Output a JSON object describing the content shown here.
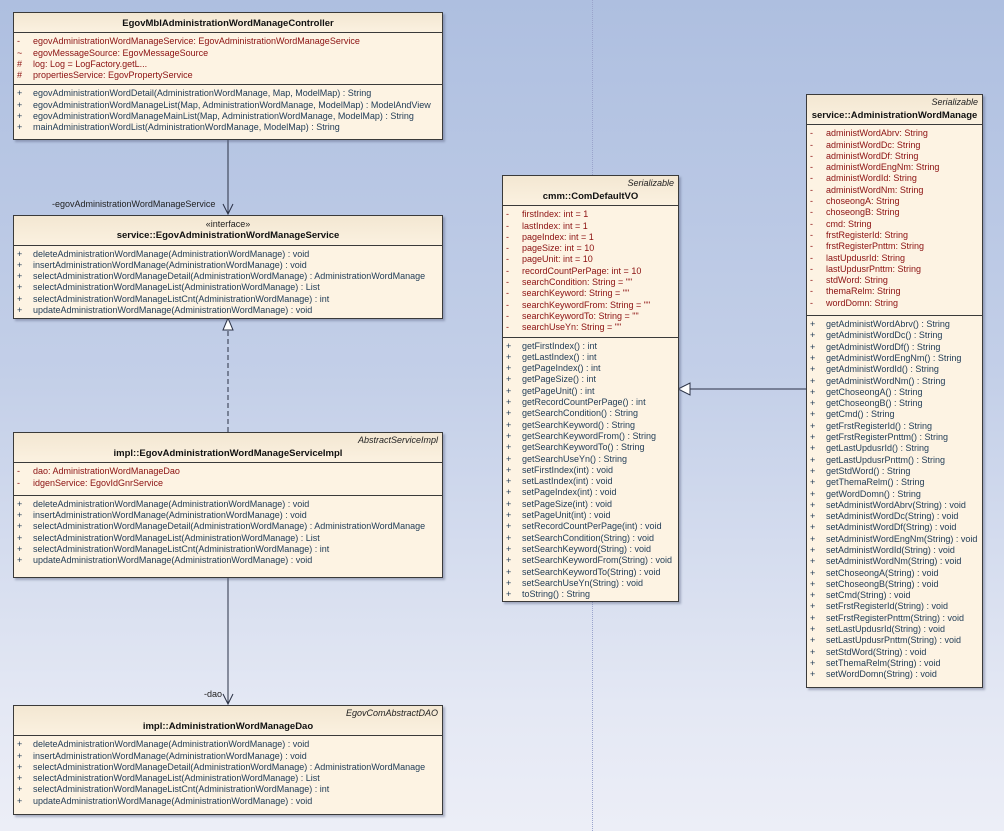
{
  "diagram": {
    "classes": {
      "controller": {
        "name": "EgovMblAdministrationWordManageController",
        "attributes": [
          {
            "vis": "-",
            "text": "egovAdministrationWordManageService:  EgovAdministrationWordManageService"
          },
          {
            "vis": "~",
            "text": "egovMessageSource:  EgovMessageSource"
          },
          {
            "vis": "#",
            "text": "log:  Log = LogFactory.getL..."
          },
          {
            "vis": "#",
            "text": "propertiesService:  EgovPropertyService"
          }
        ],
        "operations": [
          {
            "vis": "+",
            "text": "egovAdministrationWordDetail(AdministrationWordManage, Map, ModelMap) : String"
          },
          {
            "vis": "+",
            "text": "egovAdministrationWordManageList(Map, AdministrationWordManage, ModelMap) : ModelAndView"
          },
          {
            "vis": "+",
            "text": "egovAdministrationWordManageMainList(Map, AdministrationWordManage, ModelMap) : String"
          },
          {
            "vis": "+",
            "text": "mainAdministrationWordList(AdministrationWordManage, ModelMap) : String"
          }
        ]
      },
      "service": {
        "stereotype": "«interface»",
        "name": "service::EgovAdministrationWordManageService",
        "operations": [
          {
            "vis": "+",
            "text": "deleteAdministrationWordManage(AdministrationWordManage) : void"
          },
          {
            "vis": "+",
            "text": "insertAdministrationWordManage(AdministrationWordManage) : void"
          },
          {
            "vis": "+",
            "text": "selectAdministrationWordManageDetail(AdministrationWordManage) : AdministrationWordManage"
          },
          {
            "vis": "+",
            "text": "selectAdministrationWordManageList(AdministrationWordManage) : List"
          },
          {
            "vis": "+",
            "text": "selectAdministrationWordManageListCnt(AdministrationWordManage) : int"
          },
          {
            "vis": "+",
            "text": "updateAdministrationWordManage(AdministrationWordManage) : void"
          }
        ]
      },
      "service_impl": {
        "parent": "AbstractServiceImpl",
        "name": "impl::EgovAdministrationWordManageServiceImpl",
        "attributes": [
          {
            "vis": "-",
            "text": "dao:  AdministrationWordManageDao"
          },
          {
            "vis": "-",
            "text": "idgenService:  EgovIdGnrService"
          }
        ],
        "operations": [
          {
            "vis": "+",
            "text": "deleteAdministrationWordManage(AdministrationWordManage) : void"
          },
          {
            "vis": "+",
            "text": "insertAdministrationWordManage(AdministrationWordManage) : void"
          },
          {
            "vis": "+",
            "text": "selectAdministrationWordManageDetail(AdministrationWordManage) : AdministrationWordManage"
          },
          {
            "vis": "+",
            "text": "selectAdministrationWordManageList(AdministrationWordManage) : List"
          },
          {
            "vis": "+",
            "text": "selectAdministrationWordManageListCnt(AdministrationWordManage) : int"
          },
          {
            "vis": "+",
            "text": "updateAdministrationWordManage(AdministrationWordManage) : void"
          }
        ]
      },
      "dao": {
        "parent": "EgovComAbstractDAO",
        "name": "impl::AdministrationWordManageDao",
        "operations": [
          {
            "vis": "+",
            "text": "deleteAdministrationWordManage(AdministrationWordManage) : void"
          },
          {
            "vis": "+",
            "text": "insertAdministrationWordManage(AdministrationWordManage) : void"
          },
          {
            "vis": "+",
            "text": "selectAdministrationWordManageDetail(AdministrationWordManage) : AdministrationWordManage"
          },
          {
            "vis": "+",
            "text": "selectAdministrationWordManageList(AdministrationWordManage) : List"
          },
          {
            "vis": "+",
            "text": "selectAdministrationWordManageListCnt(AdministrationWordManage) : int"
          },
          {
            "vis": "+",
            "text": "updateAdministrationWordManage(AdministrationWordManage) : void"
          }
        ]
      },
      "default_vo": {
        "parent": "Serializable",
        "name": "cmm::ComDefaultVO",
        "attributes": [
          {
            "vis": "-",
            "text": "firstIndex:  int = 1"
          },
          {
            "vis": "-",
            "text": "lastIndex:  int = 1"
          },
          {
            "vis": "-",
            "text": "pageIndex:  int = 1"
          },
          {
            "vis": "-",
            "text": "pageSize:  int = 10"
          },
          {
            "vis": "-",
            "text": "pageUnit:  int = 10"
          },
          {
            "vis": "-",
            "text": "recordCountPerPage:  int = 10"
          },
          {
            "vis": "-",
            "text": "searchCondition:  String = \"\""
          },
          {
            "vis": "-",
            "text": "searchKeyword:  String = \"\""
          },
          {
            "vis": "-",
            "text": "searchKeywordFrom:  String = \"\""
          },
          {
            "vis": "-",
            "text": "searchKeywordTo:  String = \"\""
          },
          {
            "vis": "-",
            "text": "searchUseYn:  String = \"\""
          }
        ],
        "operations": [
          {
            "vis": "+",
            "text": "getFirstIndex() : int"
          },
          {
            "vis": "+",
            "text": "getLastIndex() : int"
          },
          {
            "vis": "+",
            "text": "getPageIndex() : int"
          },
          {
            "vis": "+",
            "text": "getPageSize() : int"
          },
          {
            "vis": "+",
            "text": "getPageUnit() : int"
          },
          {
            "vis": "+",
            "text": "getRecordCountPerPage() : int"
          },
          {
            "vis": "+",
            "text": "getSearchCondition() : String"
          },
          {
            "vis": "+",
            "text": "getSearchKeyword() : String"
          },
          {
            "vis": "+",
            "text": "getSearchKeywordFrom() : String"
          },
          {
            "vis": "+",
            "text": "getSearchKeywordTo() : String"
          },
          {
            "vis": "+",
            "text": "getSearchUseYn() : String"
          },
          {
            "vis": "+",
            "text": "setFirstIndex(int) : void"
          },
          {
            "vis": "+",
            "text": "setLastIndex(int) : void"
          },
          {
            "vis": "+",
            "text": "setPageIndex(int) : void"
          },
          {
            "vis": "+",
            "text": "setPageSize(int) : void"
          },
          {
            "vis": "+",
            "text": "setPageUnit(int) : void"
          },
          {
            "vis": "+",
            "text": "setRecordCountPerPage(int) : void"
          },
          {
            "vis": "+",
            "text": "setSearchCondition(String) : void"
          },
          {
            "vis": "+",
            "text": "setSearchKeyword(String) : void"
          },
          {
            "vis": "+",
            "text": "setSearchKeywordFrom(String) : void"
          },
          {
            "vis": "+",
            "text": "setSearchKeywordTo(String) : void"
          },
          {
            "vis": "+",
            "text": "setSearchUseYn(String) : void"
          },
          {
            "vis": "+",
            "text": "toString() : String"
          }
        ]
      },
      "word_manage": {
        "parent": "Serializable",
        "name": "service::AdministrationWordManage",
        "attributes": [
          {
            "vis": "-",
            "text": "administWordAbrv:  String"
          },
          {
            "vis": "-",
            "text": "administWordDc:  String"
          },
          {
            "vis": "-",
            "text": "administWordDf:  String"
          },
          {
            "vis": "-",
            "text": "administWordEngNm:  String"
          },
          {
            "vis": "-",
            "text": "administWordId:  String"
          },
          {
            "vis": "-",
            "text": "administWordNm:  String"
          },
          {
            "vis": "-",
            "text": "choseongA:  String"
          },
          {
            "vis": "-",
            "text": "choseongB:  String"
          },
          {
            "vis": "-",
            "text": "cmd:  String"
          },
          {
            "vis": "-",
            "text": "frstRegisterId:  String"
          },
          {
            "vis": "-",
            "text": "frstRegisterPnttm:  String"
          },
          {
            "vis": "-",
            "text": "lastUpdusrId:  String"
          },
          {
            "vis": "-",
            "text": "lastUpdusrPnttm:  String"
          },
          {
            "vis": "-",
            "text": "stdWord:  String"
          },
          {
            "vis": "-",
            "text": "themaRelm:  String"
          },
          {
            "vis": "-",
            "text": "wordDomn:  String"
          }
        ],
        "operations": [
          {
            "vis": "+",
            "text": "getAdministWordAbrv() : String"
          },
          {
            "vis": "+",
            "text": "getAdministWordDc() : String"
          },
          {
            "vis": "+",
            "text": "getAdministWordDf() : String"
          },
          {
            "vis": "+",
            "text": "getAdministWordEngNm() : String"
          },
          {
            "vis": "+",
            "text": "getAdministWordId() : String"
          },
          {
            "vis": "+",
            "text": "getAdministWordNm() : String"
          },
          {
            "vis": "+",
            "text": "getChoseongA() : String"
          },
          {
            "vis": "+",
            "text": "getChoseongB() : String"
          },
          {
            "vis": "+",
            "text": "getCmd() : String"
          },
          {
            "vis": "+",
            "text": "getFrstRegisterId() : String"
          },
          {
            "vis": "+",
            "text": "getFrstRegisterPnttm() : String"
          },
          {
            "vis": "+",
            "text": "getLastUpdusrId() : String"
          },
          {
            "vis": "+",
            "text": "getLastUpdusrPnttm() : String"
          },
          {
            "vis": "+",
            "text": "getStdWord() : String"
          },
          {
            "vis": "+",
            "text": "getThemaRelm() : String"
          },
          {
            "vis": "+",
            "text": "getWordDomn() : String"
          },
          {
            "vis": "+",
            "text": "setAdministWordAbrv(String) : void"
          },
          {
            "vis": "+",
            "text": "setAdministWordDc(String) : void"
          },
          {
            "vis": "+",
            "text": "setAdministWordDf(String) : void"
          },
          {
            "vis": "+",
            "text": "setAdministWordEngNm(String) : void"
          },
          {
            "vis": "+",
            "text": "setAdministWordId(String) : void"
          },
          {
            "vis": "+",
            "text": "setAdministWordNm(String) : void"
          },
          {
            "vis": "+",
            "text": "setChoseongA(String) : void"
          },
          {
            "vis": "+",
            "text": "setChoseongB(String) : void"
          },
          {
            "vis": "+",
            "text": "setCmd(String) : void"
          },
          {
            "vis": "+",
            "text": "setFrstRegisterId(String) : void"
          },
          {
            "vis": "+",
            "text": "setFrstRegisterPnttm(String) : void"
          },
          {
            "vis": "+",
            "text": "setLastUpdusrId(String) : void"
          },
          {
            "vis": "+",
            "text": "setLastUpdusrPnttm(String) : void"
          },
          {
            "vis": "+",
            "text": "setStdWord(String) : void"
          },
          {
            "vis": "+",
            "text": "setThemaRelm(String) : void"
          },
          {
            "vis": "+",
            "text": "setWordDomn(String) : void"
          }
        ]
      }
    },
    "relations": {
      "controller_service_role": "-egovAdministrationWordManageService",
      "impl_dao_role": "-dao"
    },
    "colors": {
      "attribute": "#8b1010",
      "operation": "#1e3a55",
      "class_fill": "#fdf3e3",
      "border": "#3a3a3a"
    }
  }
}
